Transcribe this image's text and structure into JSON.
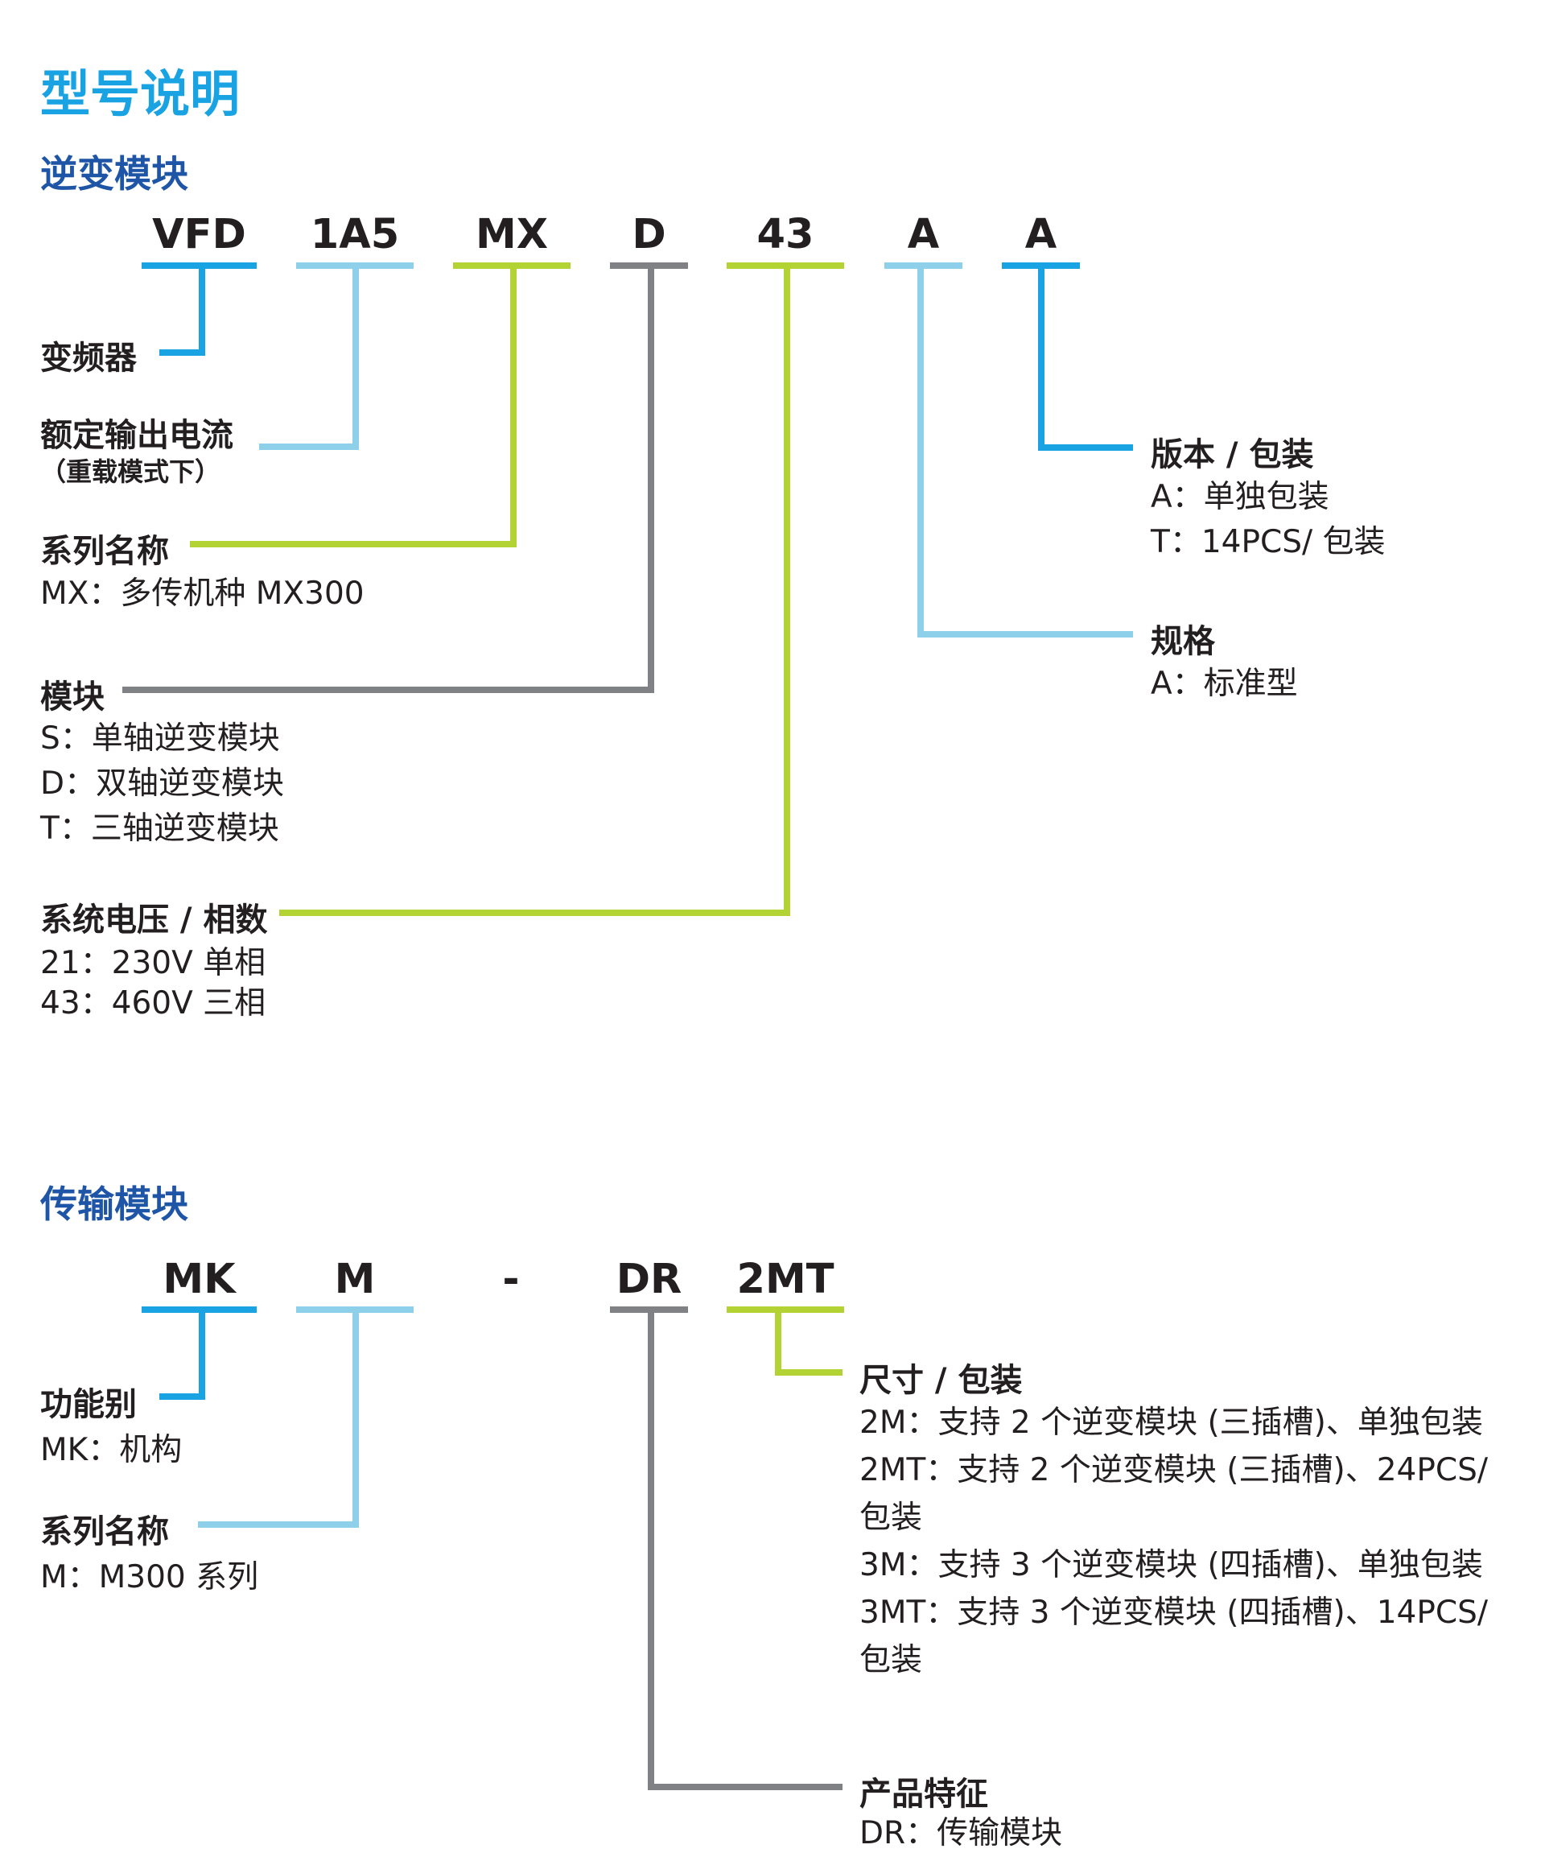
{
  "page_title": "型号说明",
  "colors": {
    "blue": "#1aa3e3",
    "light_blue": "#8ed0ea",
    "green": "#b3d334",
    "gray": "#808184",
    "title_blue": "#1aa3e3",
    "section_blue": "#1e55a6"
  },
  "inverter": {
    "heading": "逆变模块",
    "codes": [
      "VFD",
      "1A5",
      "MX",
      "D",
      "43",
      "A",
      "A"
    ],
    "fields": {
      "vfd": {
        "label": "变频器"
      },
      "current": {
        "label": "额定输出电流",
        "sub": "（重载模式下）"
      },
      "series": {
        "label": "系列名称",
        "lines": [
          "MX：多传机种 MX300"
        ]
      },
      "module": {
        "label": "模块",
        "lines": [
          "S：单轴逆变模块",
          "D：双轴逆变模块",
          "T：三轴逆变模块"
        ]
      },
      "voltage": {
        "label": "系统电压 / 相数",
        "lines": [
          "21：230V 单相",
          "43：460V 三相"
        ]
      },
      "spec": {
        "label": "规格",
        "lines": [
          "A：标准型"
        ]
      },
      "version": {
        "label": "版本 / 包装",
        "lines": [
          "A：单独包装",
          "T：14PCS/ 包装"
        ]
      }
    }
  },
  "transmission": {
    "heading": "传输模块",
    "codes": [
      "MK",
      "M",
      "-",
      "DR",
      "2MT"
    ],
    "fields": {
      "function": {
        "label": "功能别",
        "lines": [
          "MK：机构"
        ]
      },
      "series": {
        "label": "系列名称",
        "lines": [
          "M：M300 系列"
        ]
      },
      "size": {
        "label": "尺寸 / 包装",
        "lines": [
          "2M：支持 2 个逆变模块 (三插槽)、单独包装",
          "2MT：支持 2 个逆变模块 (三插槽)、24PCS/",
          "包装",
          "3M：支持 3 个逆变模块 (四插槽)、单独包装",
          "3MT：支持 3 个逆变模块 (四插槽)、14PCS/",
          "包装"
        ]
      },
      "feature": {
        "label": "产品特征",
        "lines": [
          "DR：传输模块"
        ]
      }
    }
  }
}
